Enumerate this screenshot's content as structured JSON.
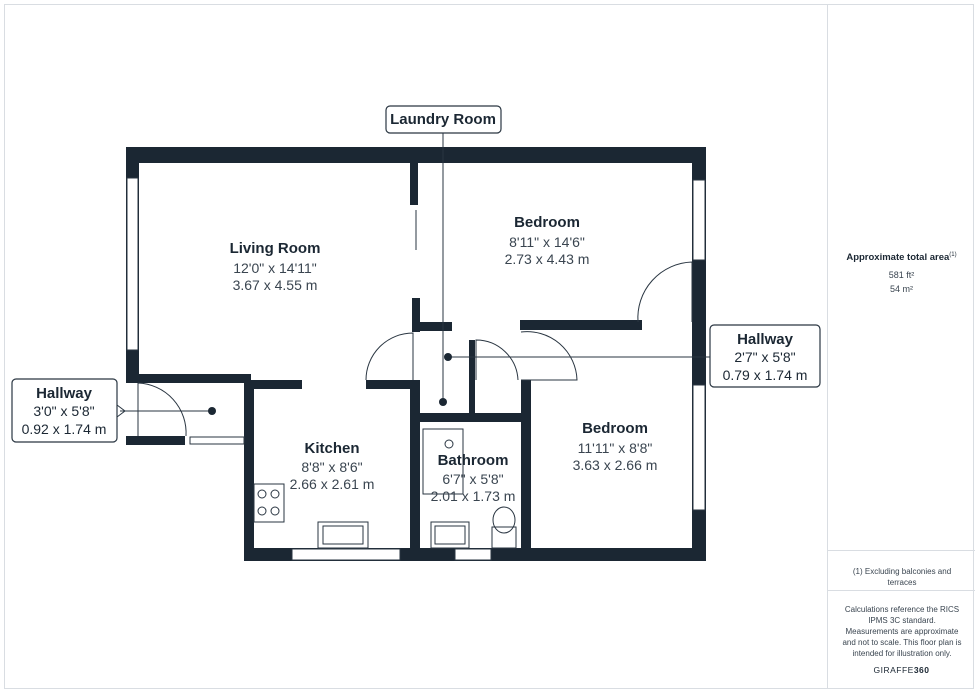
{
  "rooms": {
    "living_room": {
      "name": "Living Room",
      "imperial": "12'0\" x 14'11\"",
      "metric": "3.67 x 4.55 m"
    },
    "bedroom_1": {
      "name": "Bedroom",
      "imperial": "8'11\" x 14'6\"",
      "metric": "2.73 x 4.43 m"
    },
    "bedroom_2": {
      "name": "Bedroom",
      "imperial": "11'11\" x 8'8\"",
      "metric": "3.63 x 2.66 m"
    },
    "kitchen": {
      "name": "Kitchen",
      "imperial": "8'8\" x 8'6\"",
      "metric": "2.66 x 2.61 m"
    },
    "bathroom": {
      "name": "Bathroom",
      "imperial": "6'7\" x 5'8\"",
      "metric": "2.01 x 1.73 m"
    }
  },
  "callouts": {
    "laundry": {
      "name": "Laundry Room"
    },
    "hallway_left": {
      "name": "Hallway",
      "imperial": "3'0\" x 5'8\"",
      "metric": "0.92 x 1.74 m"
    },
    "hallway_right": {
      "name": "Hallway",
      "imperial": "2'7\" x 5'8\"",
      "metric": "0.79 x 1.74 m"
    }
  },
  "sidebar": {
    "total_label": "Approximate total area",
    "total_note_mark": "(1)",
    "area_imperial": "581 ft²",
    "area_metric": "54 m²",
    "footnote": "(1) Excluding balconies and terraces",
    "disclaimer": "Calculations reference the RICS IPMS 3C standard. Measurements are approximate and not to scale. This floor plan is intended for illustration only.",
    "brand_left": "GIRAFFE",
    "brand_right": "360"
  },
  "colors": {
    "wall": "#1b2733",
    "line": "#2a3642",
    "frame": "#d9dde2"
  }
}
